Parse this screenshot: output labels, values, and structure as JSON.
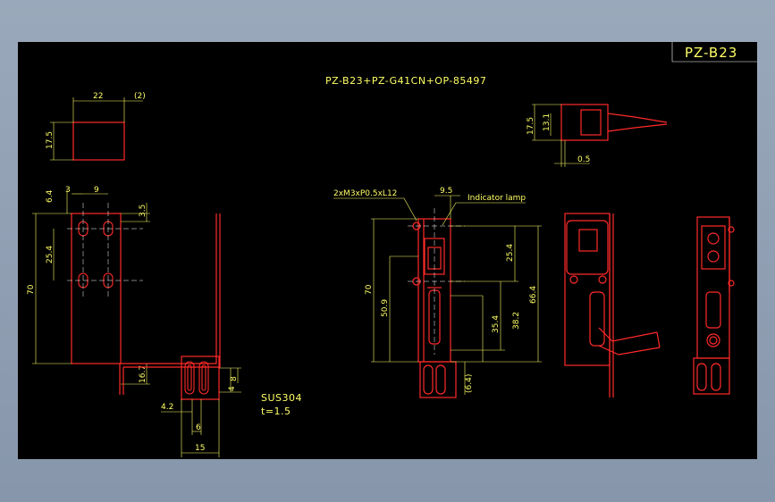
{
  "drawing": {
    "sheet_id": "PZ-B23",
    "main_title": "PZ-B23+PZ-G41CN+OP-85497",
    "material": "SUS304",
    "thickness": "t=1.5",
    "callout_thread": "2xM3xP0.5xL12",
    "callout_lamp": "Indicator lamp"
  },
  "dims": {
    "d22": "22",
    "d2p": "(2)",
    "d175a": "17.5",
    "d3": "3",
    "d9": "9",
    "d64": "6.4",
    "d35": "3.5",
    "d254a": "25.4",
    "d70a": "70",
    "d167": "16.7",
    "d42": "4.2",
    "d4": "4",
    "d8": "8",
    "d6": "6",
    "d15": "15",
    "d95": "9.5",
    "d70b": "70",
    "d509": "50.9",
    "d354": "35.4",
    "d382": "38.2",
    "d254b": "25.4",
    "d664": "66.4",
    "d64p": "(6.4)",
    "d175b": "17.5",
    "d131": "13.1",
    "d05": "0.5"
  },
  "colors": {
    "outline": "#ff2a2a",
    "dimension": "#ffff66",
    "center": "#ffffff",
    "cable": "#ff2a2a",
    "background": "#000000"
  }
}
